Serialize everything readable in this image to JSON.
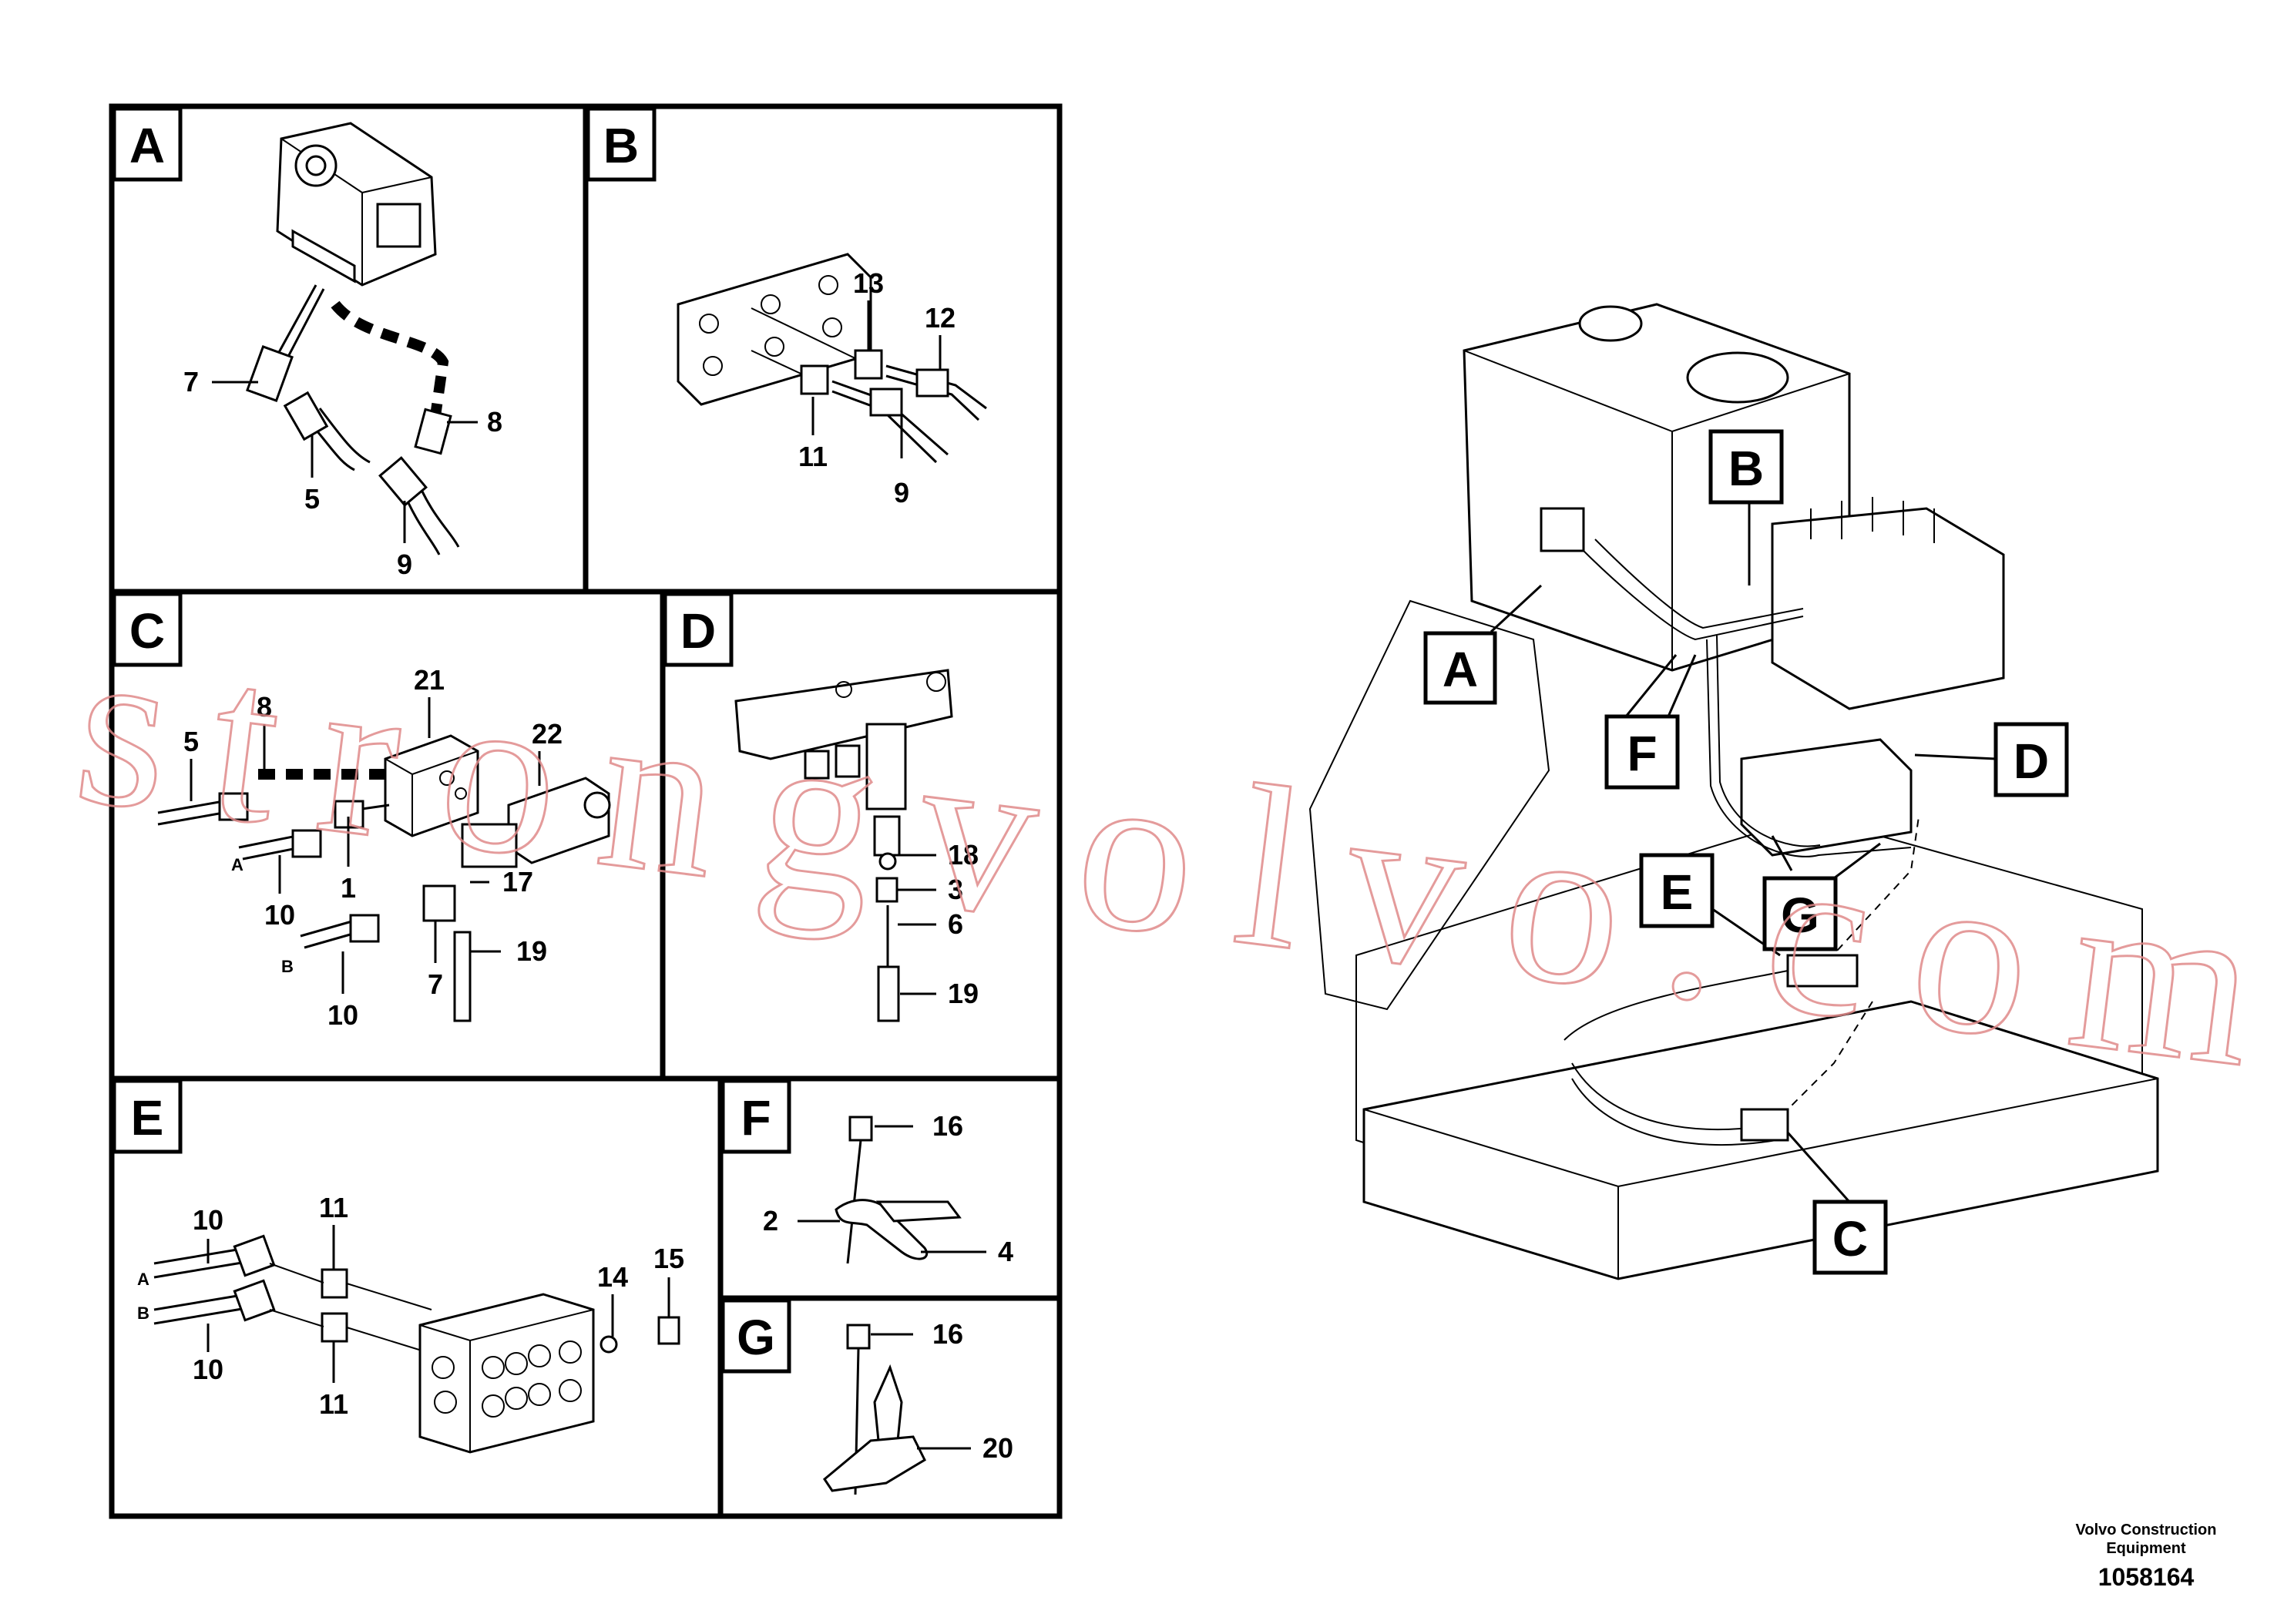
{
  "panels": {
    "A": {
      "tag": "A",
      "labels": [
        "7",
        "8",
        "5",
        "9"
      ]
    },
    "B": {
      "tag": "B",
      "labels": [
        "13",
        "12",
        "11",
        "9"
      ]
    },
    "C": {
      "tag": "C",
      "labels": [
        "21",
        "22",
        "8",
        "5",
        "A",
        "10",
        "1",
        "17",
        "B",
        "19",
        "7",
        "10"
      ]
    },
    "D": {
      "tag": "D",
      "labels": [
        "18",
        "3",
        "6",
        "19"
      ]
    },
    "E": {
      "tag": "E",
      "labels": [
        "10",
        "11",
        "15",
        "14",
        "A",
        "B",
        "10",
        "11"
      ]
    },
    "F": {
      "tag": "F",
      "labels": [
        "16",
        "2",
        "4"
      ]
    },
    "G": {
      "tag": "G",
      "labels": [
        "16",
        "20"
      ]
    }
  },
  "overview_tags": [
    "A",
    "B",
    "C",
    "D",
    "E",
    "F",
    "G"
  ],
  "watermark": "strongvolvo.com",
  "brand_line1": "Volvo Construction",
  "brand_line2": "Equipment",
  "doc_number": "1058164"
}
